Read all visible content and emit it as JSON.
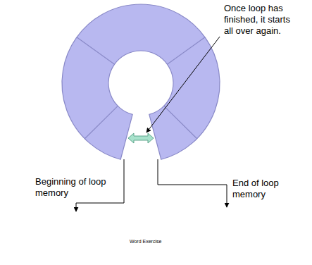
{
  "diagram": {
    "labels": [
      "Once loop has finished, it starts all over again.",
      "Beginning of loop memory",
      "End of loop memory",
      "Word Exercise"
    ]
  }
}
